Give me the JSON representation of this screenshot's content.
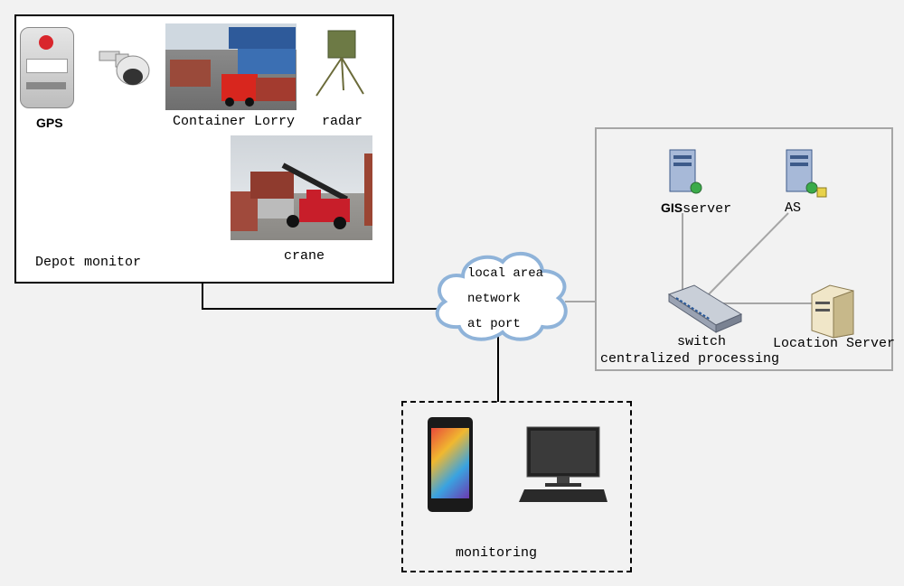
{
  "depot": {
    "title": "Depot monitor",
    "gps_label": "GPS",
    "lorry_label": "Container Lorry",
    "radar_label": "radar",
    "crane_label": "crane"
  },
  "network": {
    "line1": "local area",
    "line2": "network",
    "line3": "at port"
  },
  "processing": {
    "gis_bold": "GIS",
    "gis_rest": "server",
    "as_label": "AS",
    "switch_label": "switch",
    "location_label": "Location Server",
    "title": "centralized processing"
  },
  "monitoring": {
    "title": "monitoring"
  },
  "colors": {
    "connector": "#000000",
    "inner_link": "#a6a6a6",
    "cloud_stroke": "#8fb3d9",
    "cloud_fill": "#ffffff"
  }
}
